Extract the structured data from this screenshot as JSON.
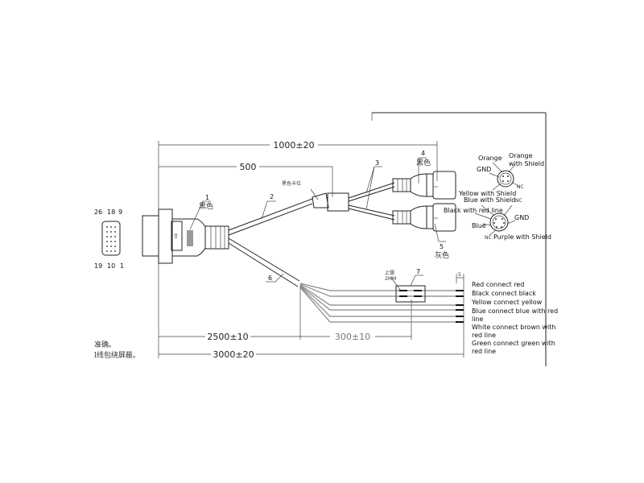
{
  "dimensions": {
    "d1000": "1000±20",
    "d500": "500",
    "d2500": "2500±10",
    "d300": "300±10",
    "d3000": "3000±20",
    "d5": "5"
  },
  "callouts": {
    "c1": "1",
    "c1_color": "黑色",
    "c2": "2",
    "c3": "3",
    "c4": "4",
    "c4_color": "黑色",
    "c5": "5",
    "c5_color": "灰色",
    "c6": "6",
    "c7": "7",
    "clip_label": "黑色卡位",
    "tag_label_1": "上锡",
    "tag_label_2": "2MM"
  },
  "pin_diagram": {
    "top": [
      "26",
      "18",
      "9"
    ],
    "bottom": [
      "19",
      "10",
      "1"
    ]
  },
  "upper_pinout": [
    "Orange",
    "Orange",
    "with Shield",
    "GND",
    "NC",
    "Yellow with Shield"
  ],
  "lower_pinout": [
    "Blue with Shield",
    "NC",
    "Black with red line",
    "GND",
    "Blue",
    "NC",
    "Purple with Shield"
  ],
  "wire_legend": [
    "Red connect red",
    "Black connect black",
    "Yellow connect yellow",
    "Blue connect blue with red",
    "line",
    "White connect brown with",
    "red line",
    "Green connect green with",
    "red line"
  ],
  "notes": [
    "准确。",
    "l线包绕屏蔽。"
  ]
}
